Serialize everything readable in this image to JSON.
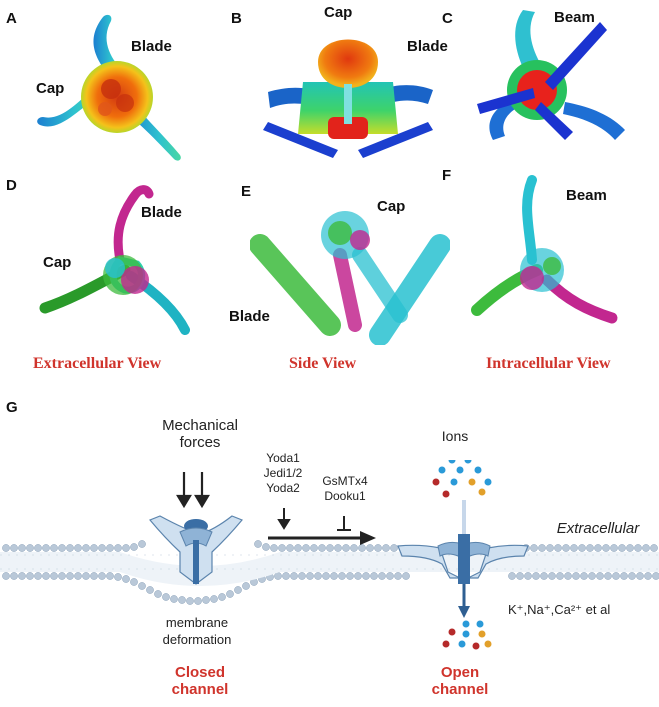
{
  "panels": {
    "A": {
      "letter": "A",
      "labels": [
        "Blade",
        "Cap"
      ]
    },
    "B": {
      "letter": "B",
      "labels": [
        "Cap",
        "Blade"
      ]
    },
    "C": {
      "letter": "C",
      "labels": [
        "Beam"
      ]
    },
    "D": {
      "letter": "D",
      "labels": [
        "Blade",
        "Cap"
      ]
    },
    "E": {
      "letter": "E",
      "labels": [
        "Cap",
        "Blade"
      ]
    },
    "F": {
      "letter": "F",
      "labels": [
        "Beam"
      ]
    },
    "G": {
      "letter": "G"
    }
  },
  "views": {
    "extracellular": "Extracellular View",
    "side": "Side View",
    "intracellular": "Intracellular View"
  },
  "schematic": {
    "mechanical_forces_line1": "Mechanical",
    "mechanical_forces_line2": "forces",
    "agonists": [
      "Yoda1",
      "Jedi1/2",
      "Yoda2"
    ],
    "inhibitors": [
      "GsMTx4",
      "Dooku1"
    ],
    "ions": "Ions",
    "extracellular": "Extracellular",
    "membrane_line1": "membrane",
    "membrane_line2": "deformation",
    "closed_line1": "Closed",
    "closed_line2": "channel",
    "open_line1": "Open",
    "open_line2": "channel",
    "ion_list": "K⁺,Na⁺,Ca²⁺ et al"
  },
  "colors": {
    "red_label": "#d0342c",
    "membrane_head": "#b9c8d8",
    "channel_light": "#cfe0f0",
    "channel_dark": "#3a6ea5",
    "chain_cyan": "#29c1d1",
    "chain_magenta": "#c2278f",
    "chain_green": "#3dbb3d"
  }
}
